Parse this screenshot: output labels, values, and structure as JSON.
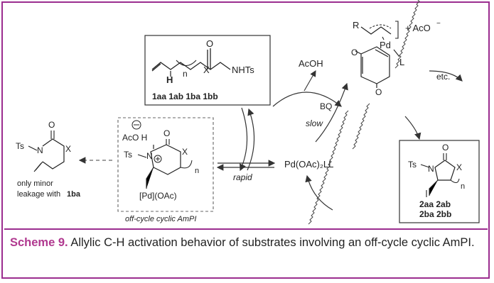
{
  "caption": {
    "lead": "Scheme 9.",
    "text": " Allylic C-H activation behavior of substrates involving an off-cycle cyclic AmPI."
  },
  "scheme": {
    "substrate_n": "n",
    "substrate_x": "X",
    "substrate_h": "H",
    "substrate_o": "O",
    "substrate_nhts": "NHTs",
    "substrate_ids": "1aa 1ab 1ba 1bb",
    "acoh": "AcOH",
    "bq": "BQ",
    "slow": "slow",
    "rapid": "rapid",
    "pd_complex": "Pd(OAc)₂LL",
    "allyl_r": "R",
    "allyl_plus": "+ AcO",
    "allyl_minus": "−",
    "allyl_pd": "Pd",
    "allyl_l": "L",
    "etc": "etc.",
    "ampi_acoh": "AcO H",
    "ampi_ts": "Ts",
    "ampi_n": "N",
    "ampi_o": "O",
    "ampi_x": "X",
    "ampi_n_sub": "n",
    "ampi_pd": "[Pd](OAc)",
    "ampi_label": "off-cycle cyclic AmPI",
    "leak_ts": "Ts",
    "leak_n": "N",
    "leak_o": "O",
    "leak_x": "X",
    "leak_text1": "only minor",
    "leak_text2": "leakage with",
    "leak_bold": "1ba",
    "prod_ts": "Ts",
    "prod_n": "N",
    "prod_o": "O",
    "prod_x": "X",
    "prod_n_sub": "n",
    "prod_ids1": "2aa 2ab",
    "prod_ids2": "2ba 2bb"
  }
}
